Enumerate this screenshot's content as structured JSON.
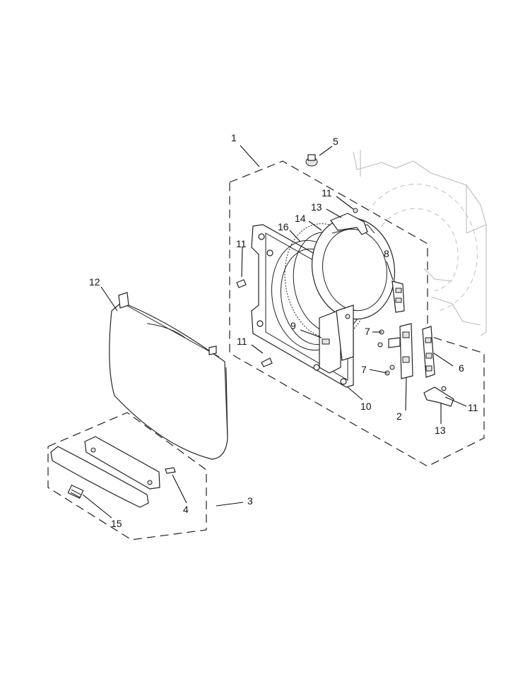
{
  "diagram": {
    "colors": {
      "line": "#222222",
      "ghost": "#bdbdbd",
      "background": "#ffffff"
    },
    "callouts": [
      {
        "id": "c1",
        "text": "1"
      },
      {
        "id": "c5",
        "text": "5"
      },
      {
        "id": "c11-top",
        "text": "11"
      },
      {
        "id": "c13-top",
        "text": "13"
      },
      {
        "id": "c14",
        "text": "14"
      },
      {
        "id": "c16",
        "text": "16"
      },
      {
        "id": "c11-left",
        "text": "11"
      },
      {
        "id": "c8",
        "text": "8"
      },
      {
        "id": "c12",
        "text": "12"
      },
      {
        "id": "c9",
        "text": "9"
      },
      {
        "id": "c7-top",
        "text": "7"
      },
      {
        "id": "c11-mid",
        "text": "11"
      },
      {
        "id": "c7-bot",
        "text": "7"
      },
      {
        "id": "c6",
        "text": "6"
      },
      {
        "id": "c10",
        "text": "10"
      },
      {
        "id": "c2",
        "text": "2"
      },
      {
        "id": "c11-right",
        "text": "11"
      },
      {
        "id": "c13-bot",
        "text": "13"
      },
      {
        "id": "c3",
        "text": "3"
      },
      {
        "id": "c4",
        "text": "4"
      },
      {
        "id": "c15",
        "text": "15"
      }
    ]
  }
}
